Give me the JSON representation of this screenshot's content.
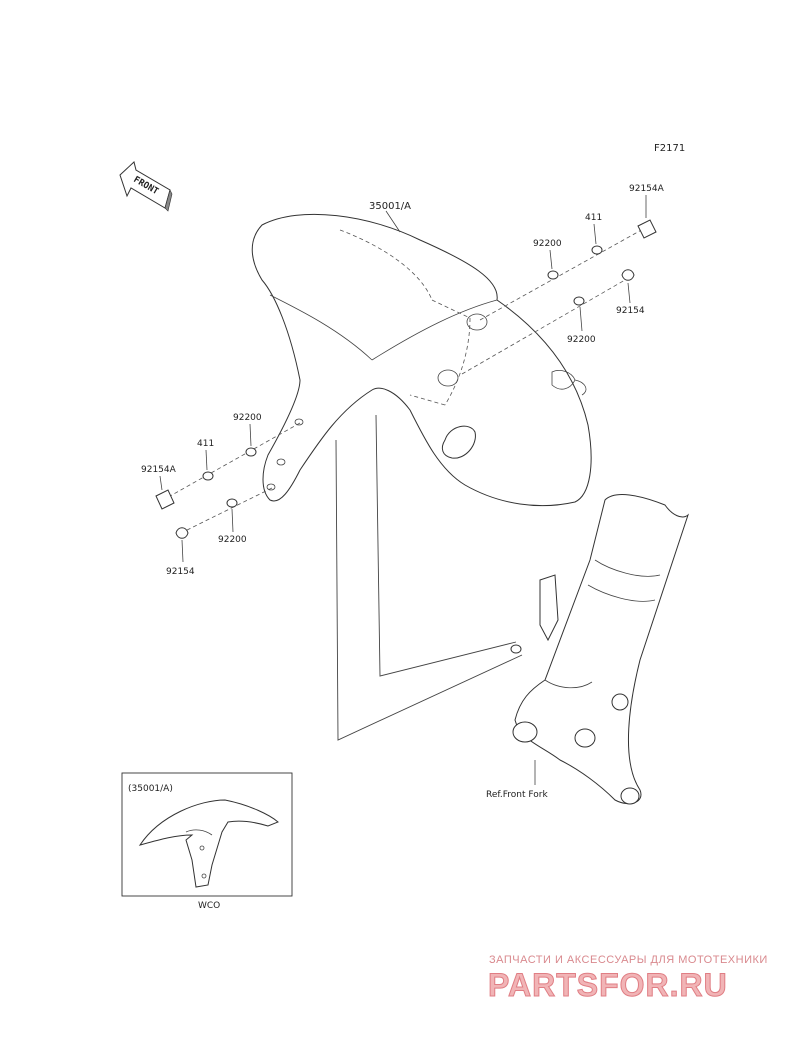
{
  "figure_code": "F2171",
  "front_arrow_label": "FRONT",
  "labels": {
    "fender": "35001/A",
    "bolt_a_right": "92154A",
    "spacer_right": "411",
    "washer_right_top": "92200",
    "bolt_right": "92154",
    "washer_right_bottom": "92200",
    "washer_left_top": "92200",
    "spacer_left": "411",
    "bolt_a_left": "92154A",
    "washer_left_bottom": "92200",
    "bolt_left": "92154",
    "ref_front_fork": "Ref.Front Fork"
  },
  "inset": {
    "title": "(35001/A)",
    "caption": "WCO"
  },
  "watermark": {
    "tagline": "ЗАПЧАСТИ И АКСЕССУАРЫ ДЛЯ МОТОТЕХНИКИ",
    "brand": "PARTSFOR.RU"
  }
}
